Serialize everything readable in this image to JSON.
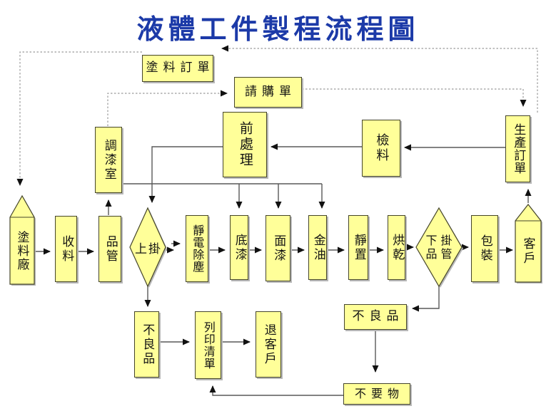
{
  "title": "液體工件製程流程圖",
  "colors": {
    "background": "#ffffff",
    "title_text": "#1c3aa8",
    "node_fill": "#ffff99",
    "node_border": "#45452a",
    "node_shadow": "#b8b8b8",
    "solid_line": "#585858",
    "dashed_line": "#9a9a9a",
    "arrowhead": "#111111"
  },
  "nodes": {
    "paint_order": {
      "label": "塗料訂單",
      "shape": "rect"
    },
    "purchase_requisition": {
      "label": "請購單",
      "shape": "rect"
    },
    "paint_mixing_room": {
      "label": "調漆室",
      "shape": "rect"
    },
    "pretreatment": {
      "label": "前處理",
      "shape": "rect"
    },
    "material_inspection": {
      "label": "檢料",
      "shape": "rect"
    },
    "production_order": {
      "label": "生產訂單",
      "shape": "rect"
    },
    "paint_factory": {
      "label": "塗料廠",
      "shape": "pentagon"
    },
    "receive_material": {
      "label": "收料",
      "shape": "rect"
    },
    "quality_control": {
      "label": "品管",
      "shape": "rect"
    },
    "hang_up": {
      "label": "上掛",
      "shape": "diamond"
    },
    "electrostatic_dedusting": {
      "label": "靜電除塵",
      "shape": "rect"
    },
    "primer": {
      "label": "底漆",
      "shape": "rect"
    },
    "topcoat": {
      "label": "面漆",
      "shape": "rect"
    },
    "clear_coat": {
      "label": "金油",
      "shape": "rect"
    },
    "settling": {
      "label": "靜置",
      "shape": "rect"
    },
    "baking": {
      "label": "烘乾",
      "shape": "rect"
    },
    "take_down_qc": {
      "label": "下掛品管",
      "label_line1": "下掛",
      "label_line2": "品管",
      "shape": "diamond"
    },
    "packaging": {
      "label": "包裝",
      "shape": "rect"
    },
    "customer": {
      "label": "客戶",
      "shape": "pentagon"
    },
    "defective_left": {
      "label": "不良品",
      "shape": "rect"
    },
    "print_list": {
      "label": "列印清單",
      "shape": "rect"
    },
    "return_to_customer": {
      "label": "退客戶",
      "shape": "rect"
    },
    "defective_right": {
      "label": "不良品",
      "shape": "rect"
    },
    "unwanted_material": {
      "label": "不要物",
      "shape": "rect"
    }
  },
  "edges": [
    {
      "from": "paint_factory",
      "to": "receive_material",
      "style": "solid"
    },
    {
      "from": "receive_material",
      "to": "quality_control",
      "style": "solid"
    },
    {
      "from": "quality_control",
      "to": "paint_mixing_room",
      "style": "solid"
    },
    {
      "from": "pretreatment",
      "to": "hang_up",
      "style": "solid"
    },
    {
      "from": "hang_up",
      "to": "electrostatic_dedusting",
      "style": "solid"
    },
    {
      "from": "electrostatic_dedusting",
      "to": "primer",
      "style": "solid"
    },
    {
      "from": "primer",
      "to": "topcoat",
      "style": "solid"
    },
    {
      "from": "topcoat",
      "to": "clear_coat",
      "style": "solid"
    },
    {
      "from": "clear_coat",
      "to": "settling",
      "style": "solid"
    },
    {
      "from": "settling",
      "to": "baking",
      "style": "solid"
    },
    {
      "from": "baking",
      "to": "take_down_qc",
      "style": "solid"
    },
    {
      "from": "take_down_qc",
      "to": "packaging",
      "style": "solid"
    },
    {
      "from": "packaging",
      "to": "customer",
      "style": "solid"
    },
    {
      "from": "customer",
      "to": "production_order",
      "style": "solid"
    },
    {
      "from": "production_order",
      "to": "material_inspection",
      "style": "solid"
    },
    {
      "from": "material_inspection",
      "to": "pretreatment",
      "style": "solid"
    },
    {
      "from": "paint_mixing_room",
      "to": "primer",
      "style": "solid"
    },
    {
      "from": "paint_mixing_room",
      "to": "topcoat",
      "style": "solid"
    },
    {
      "from": "paint_mixing_room",
      "to": "clear_coat",
      "style": "solid"
    },
    {
      "from": "hang_up",
      "to": "defective_left",
      "style": "solid"
    },
    {
      "from": "defective_left",
      "to": "print_list",
      "style": "solid"
    },
    {
      "from": "print_list",
      "to": "return_to_customer",
      "style": "solid"
    },
    {
      "from": "take_down_qc",
      "to": "defective_right",
      "style": "solid"
    },
    {
      "from": "defective_right",
      "to": "unwanted_material",
      "style": "solid"
    },
    {
      "from": "unwanted_material",
      "to": "print_list",
      "style": "solid"
    },
    {
      "from": "paint_order",
      "to": "paint_factory",
      "style": "dashed"
    },
    {
      "from": "production_order",
      "to": "paint_order",
      "style": "dashed"
    },
    {
      "from": "paint_mixing_room",
      "to": "purchase_requisition",
      "style": "dashed"
    },
    {
      "from": "purchase_requisition",
      "to": "production_order",
      "style": "dashed"
    }
  ]
}
